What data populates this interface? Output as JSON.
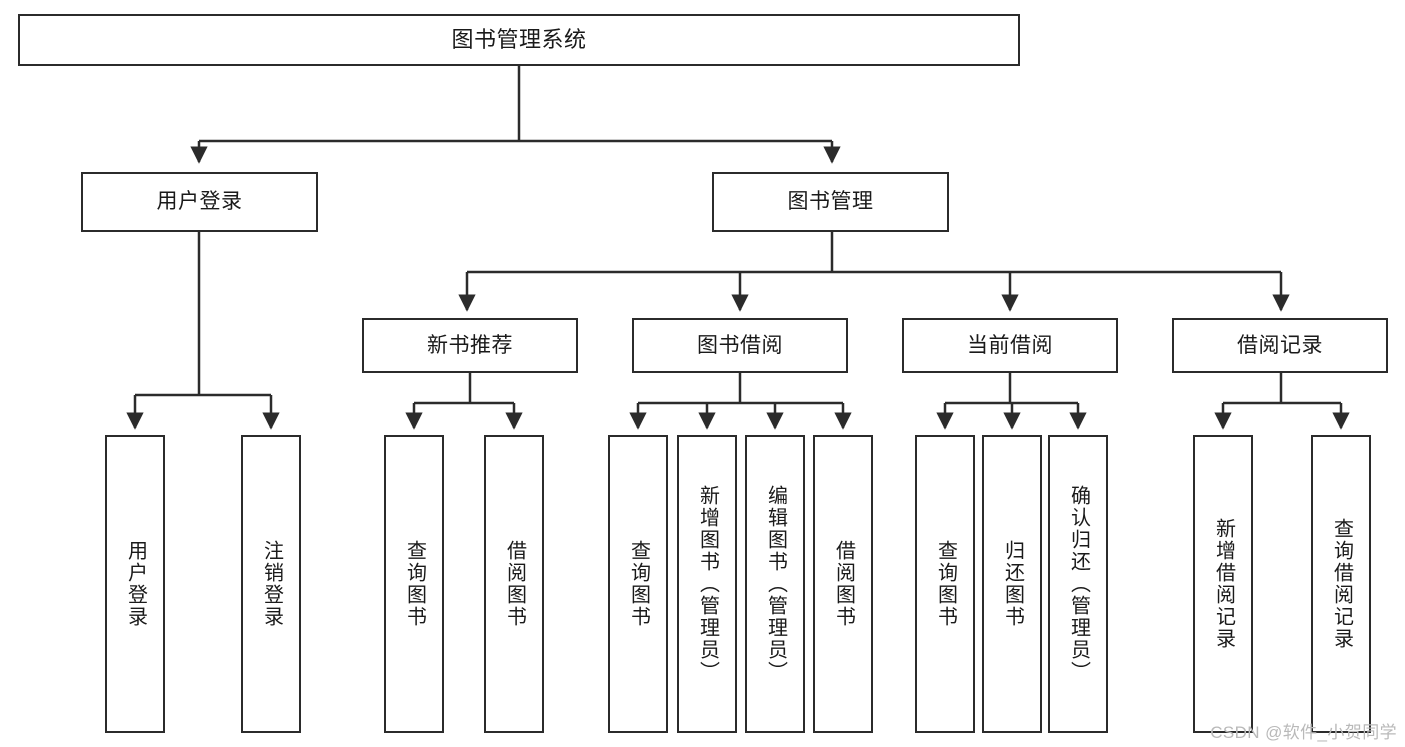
{
  "diagram": {
    "title": "图书管理系统",
    "type": "tree",
    "watermark": "CSDN @软件_小贺同学",
    "colors": {
      "box_border": "#2b2b2b",
      "box_fill": "#ffffff",
      "edge": "#2b2b2b",
      "text": "#1a1a1a",
      "watermark": "#b9b9b9"
    },
    "nodes": {
      "root": {
        "label": "图书管理系统"
      },
      "level1": [
        {
          "label": "用户登录"
        },
        {
          "label": "图书管理"
        }
      ],
      "level2": [
        {
          "label": "新书推荐"
        },
        {
          "label": "图书借阅"
        },
        {
          "label": "当前借阅"
        },
        {
          "label": "借阅记录"
        }
      ],
      "leaves_user_login": [
        {
          "label": "用户登录"
        },
        {
          "label": "注销登录"
        }
      ],
      "leaves_new_book": [
        {
          "label": "查询图书"
        },
        {
          "label": "借阅图书"
        }
      ],
      "leaves_borrow": [
        {
          "label": "查询图书"
        },
        {
          "label": "新增图书（管理员）"
        },
        {
          "label": "编辑图书（管理员）"
        },
        {
          "label": "借阅图书"
        }
      ],
      "leaves_current": [
        {
          "label": "查询图书"
        },
        {
          "label": "归还图书"
        },
        {
          "label": "确认归还（管理员）"
        }
      ],
      "leaves_record": [
        {
          "label": "新增借阅记录"
        },
        {
          "label": "查询借阅记录"
        }
      ]
    }
  }
}
